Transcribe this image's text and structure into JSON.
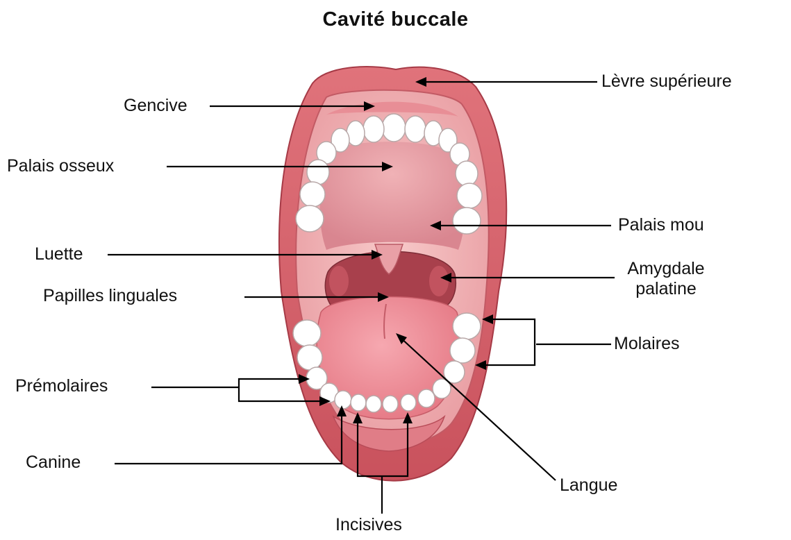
{
  "title": "Cavité buccale",
  "labels": {
    "levre_superieure": "Lèvre supérieure",
    "gencive": "Gencive",
    "palais_osseux": "Palais osseux",
    "palais_mou": "Palais mou",
    "luette": "Luette",
    "amygdale_palatine_line1": "Amygdale",
    "amygdale_palatine_line2": "palatine",
    "papilles_linguales": "Papilles linguales",
    "molaires": "Molaires",
    "premolaires": "Prémolaires",
    "canine": "Canine",
    "langue": "Langue",
    "incisives": "Incisives"
  },
  "colors": {
    "lip": "#d9666f",
    "lip_dark": "#b8434f",
    "mouth_inner": "#f2b7b7",
    "palate": "#e8a0a6",
    "throat": "#9c3b46",
    "tongue": "#f08e98",
    "teeth": "#ffffff",
    "leader": "#000000"
  }
}
